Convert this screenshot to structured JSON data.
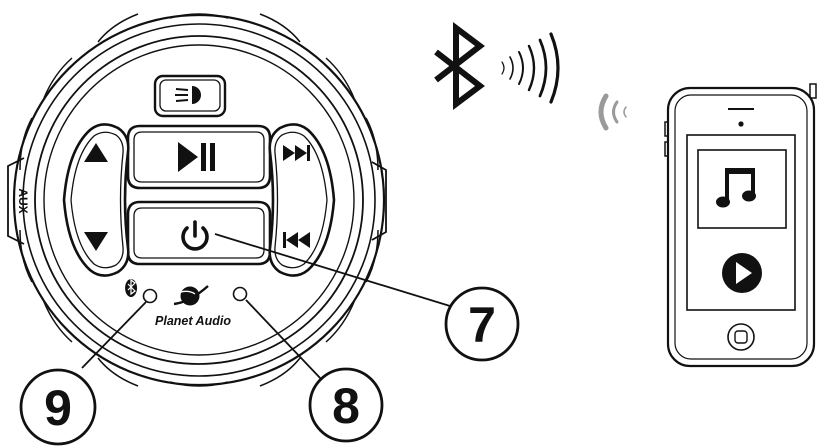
{
  "diagram": {
    "device": {
      "side_label": "AUX",
      "logo_text": "Planet Audio",
      "buttons": [
        {
          "name": "light",
          "icon": "light-icon"
        },
        {
          "name": "play-pause",
          "icon": "play-pause-icon"
        },
        {
          "name": "volume-up",
          "icon": "triangle-up-icon"
        },
        {
          "name": "volume-down",
          "icon": "triangle-down-icon"
        },
        {
          "name": "next-track",
          "icon": "next-track-icon"
        },
        {
          "name": "previous-track",
          "icon": "previous-track-icon"
        },
        {
          "name": "power",
          "icon": "power-icon"
        }
      ],
      "indicators": [
        {
          "name": "bluetooth-led",
          "icon": "bluetooth-icon"
        },
        {
          "name": "power-led"
        }
      ]
    },
    "callouts": [
      {
        "number": "7",
        "target": "power-button"
      },
      {
        "number": "8",
        "target": "power-led"
      },
      {
        "number": "9",
        "target": "bluetooth-led"
      }
    ],
    "phone": {
      "icons": [
        "music-note-icon",
        "play-circle-icon",
        "home-button"
      ]
    },
    "signals": [
      "bluetooth-icon",
      "signal-waves-icon"
    ],
    "colors": {
      "line": "#111111",
      "signal_gray": "#9a9a9a",
      "background": "#ffffff"
    }
  }
}
